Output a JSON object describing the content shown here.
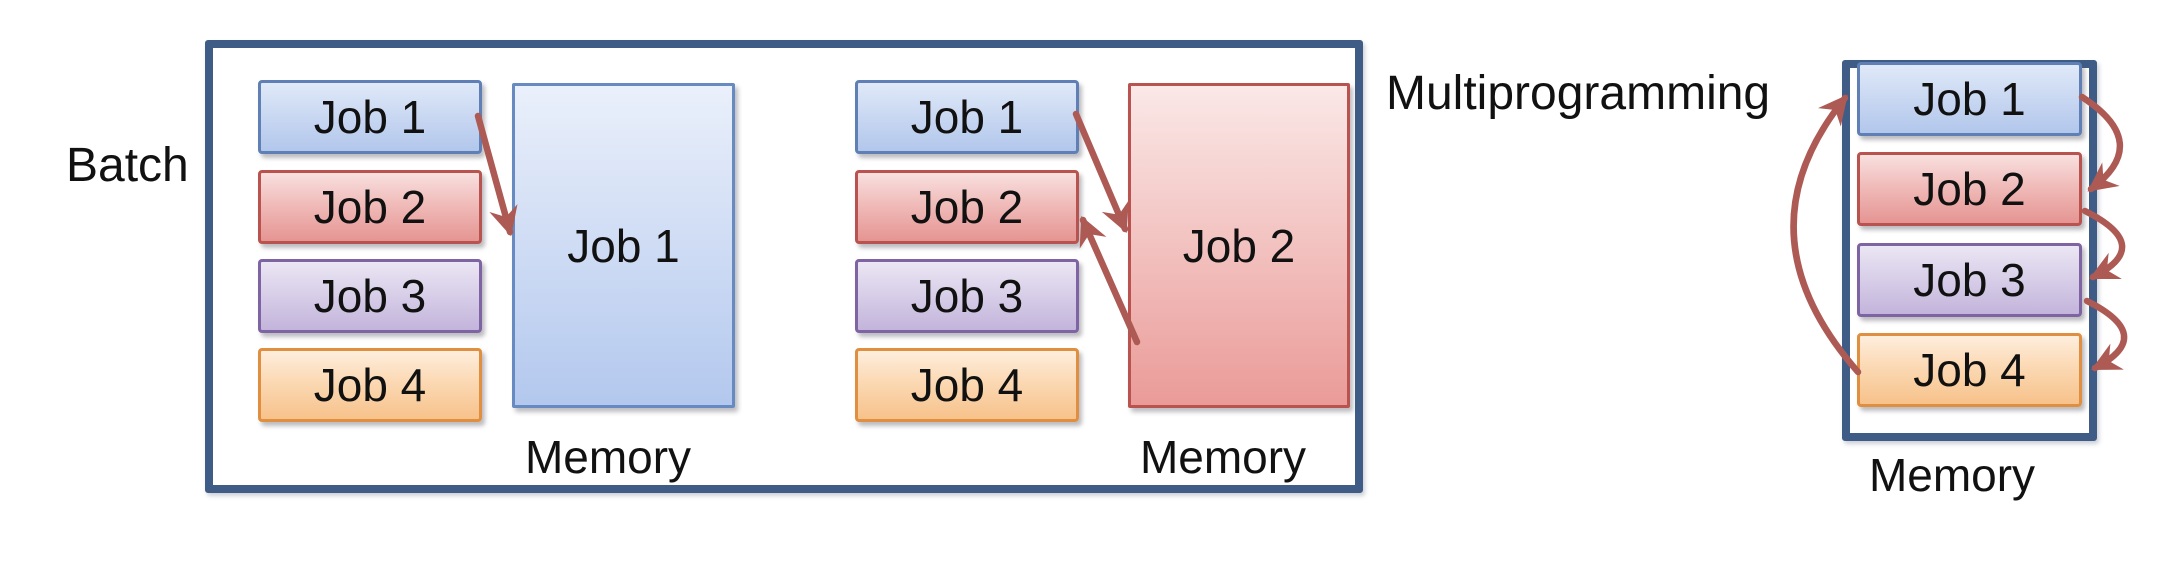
{
  "batch": {
    "label": "Batch",
    "groups": [
      {
        "jobs": [
          {
            "label": "Job 1"
          },
          {
            "label": "Job 2"
          },
          {
            "label": "Job 3"
          },
          {
            "label": "Job 4"
          }
        ],
        "memory_box_label": "Job 1",
        "memory_caption": "Memory"
      },
      {
        "jobs": [
          {
            "label": "Job 1"
          },
          {
            "label": "Job 2"
          },
          {
            "label": "Job 3"
          },
          {
            "label": "Job 4"
          }
        ],
        "memory_box_label": "Job 2",
        "memory_caption": "Memory"
      }
    ]
  },
  "multiprogramming": {
    "label": "Multiprogramming",
    "jobs": [
      {
        "label": "Job 1"
      },
      {
        "label": "Job 2"
      },
      {
        "label": "Job 3"
      },
      {
        "label": "Job 4"
      }
    ],
    "memory_caption": "Memory"
  },
  "colors": {
    "container_border": "#3e5c85",
    "arrow": "#ad5a55",
    "text": "#111111",
    "job_blue_border": "#5f7fb5",
    "job_blue_fill_top": "#dfe9f8",
    "job_blue_fill_bottom": "#b2c7ec",
    "job_red_border": "#b8534f",
    "job_red_fill_top": "#f8e0df",
    "job_red_fill_bottom": "#e59592",
    "job_purple_border": "#7e64a2",
    "job_purple_fill_top": "#ebe6f4",
    "job_purple_fill_bottom": "#c3b4db",
    "job_orange_border": "#e08f41",
    "job_orange_fill_top": "#feeedd",
    "job_orange_fill_bottom": "#f7c28b"
  }
}
